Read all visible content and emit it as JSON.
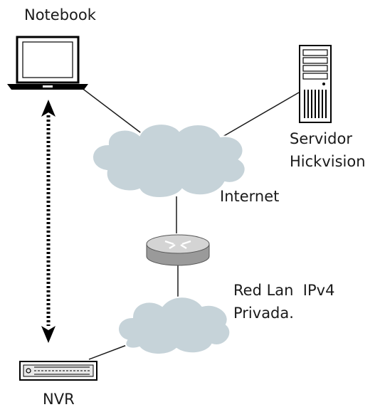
{
  "labels": {
    "notebook": "Notebook",
    "server_line1": "Servidor",
    "server_line2": "Hickvision",
    "internet": "Internet",
    "lan_line1": "Red Lan  IPv4",
    "lan_line2": "Privada.",
    "nvr": "NVR"
  },
  "icons": {
    "notebook": "laptop-icon",
    "server": "server-tower-icon",
    "router": "router-icon",
    "nvr": "nvr-device-icon",
    "cloud": "cloud-icon"
  },
  "colors": {
    "cloud_fill": "#c6d3d9",
    "cloud_stroke": "#ffffff",
    "line": "#1a1a1a",
    "router_fill": "#c8c8c8"
  }
}
